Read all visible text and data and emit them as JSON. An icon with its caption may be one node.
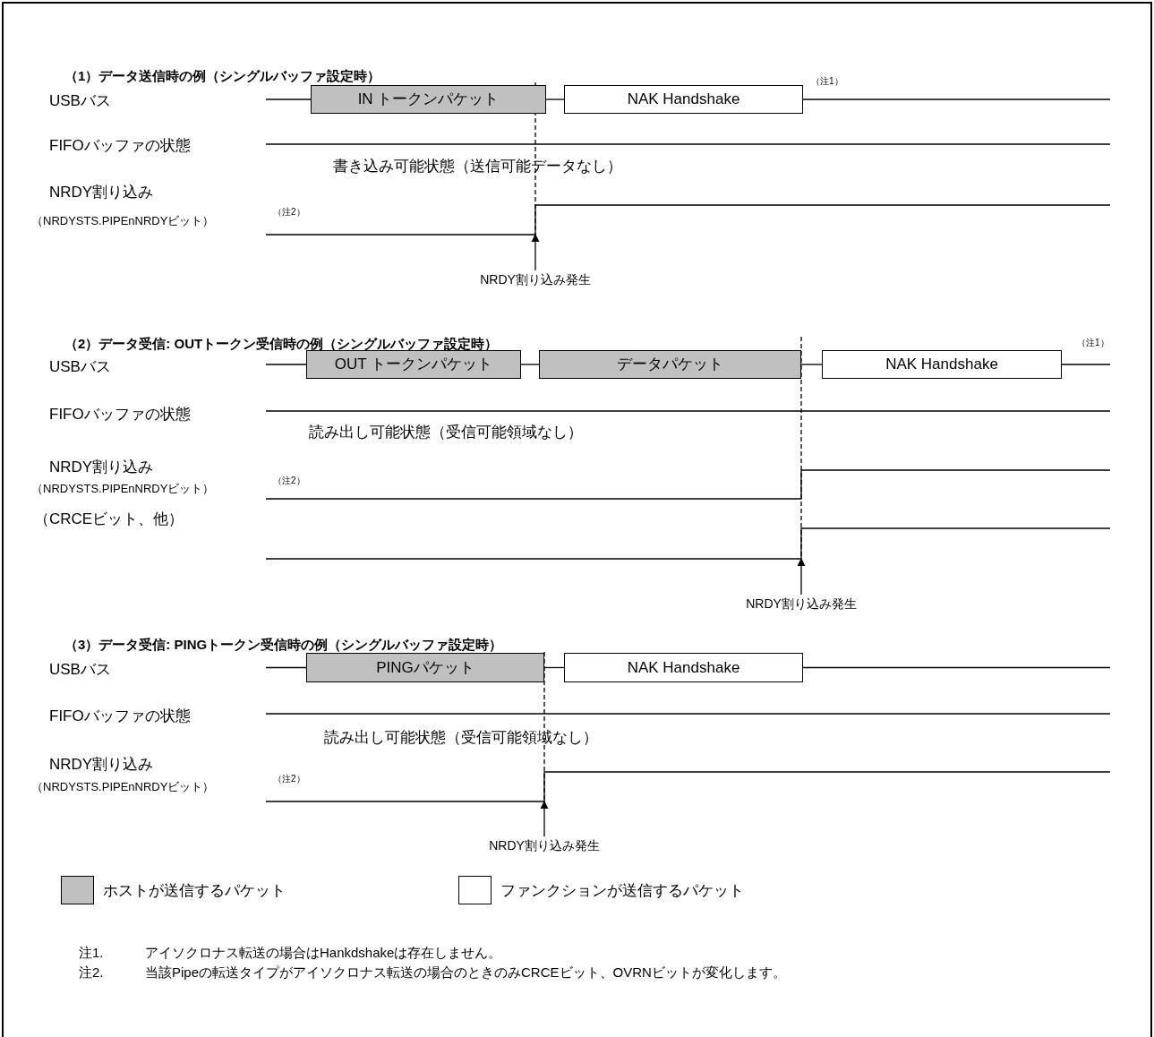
{
  "diagram": {
    "nodes": [
      {
        "text": [
          "IN トークンパケット"
        ]
      },
      {
        "text": [
          "NAK Handshake"
        ]
      },
      {
        "text": [
          "NRDY割り込み発生"
        ]
      },
      {
        "text": [
          "OUT トークンパケット"
        ]
      },
      {
        "text": [
          "データパケット"
        ]
      },
      {
        "text": [
          "NAK Handshake"
        ]
      },
      {
        "text": [
          "NRDY割り込み発生"
        ]
      },
      {
        "text": [
          "PINGパケット"
        ]
      },
      {
        "text": [
          "NAK Handshake"
        ]
      },
      {
        "text": [
          "NRDY割り込み発生"
        ]
      }
    ],
    "edges": [
      {
        "from": null,
        "to": 0,
        "arrow": "none"
      },
      {
        "from": 0,
        "to": 1,
        "arrow": "none"
      },
      {
        "from": 1,
        "to": null,
        "arrow": "none"
      },
      {
        "from": 2,
        "to": null,
        "arrow": "to"
      },
      {
        "from": null,
        "to": 3,
        "arrow": "none"
      },
      {
        "from": 3,
        "to": 4,
        "arrow": "none"
      },
      {
        "from": 4,
        "to": 5,
        "arrow": "none"
      },
      {
        "from": 5,
        "to": null,
        "arrow": "none"
      },
      {
        "from": 6,
        "to": null,
        "arrow": "to"
      },
      {
        "from": null,
        "to": 7,
        "arrow": "none"
      },
      {
        "from": 7,
        "to": 8,
        "arrow": "none"
      },
      {
        "from": 8,
        "to": null,
        "arrow": "none"
      },
      {
        "from": 9,
        "to": null,
        "arrow": "to"
      }
    ],
    "labels": [
      "（1）データ送信時の例（シングルバッファ設定時）",
      "USBバス",
      "（注1）",
      "FIFOバッファの状態",
      "書き込み可能状態（送信可能データなし）",
      "NRDY割り込み",
      "（NRDYSTS.PIPEnNRDYビット）",
      "（注2）",
      "（2）データ受信: OUTトークン受信時の例（シングルバッファ設定時）",
      "USBバス",
      "（注1）",
      "FIFOバッファの状態",
      "読み出し可能状態（受信可能領域なし）",
      "NRDY割り込み",
      "（NRDYSTS.PIPEnNRDYビット）",
      "（注2）",
      "（CRCEビット、他）",
      "（3）データ受信: PINGトークン受信時の例（シングルバッファ設定時）",
      "USBバス",
      "FIFOバッファの状態",
      "読み出し可能状態（受信可能領域なし）",
      "NRDY割り込み",
      "（NRDYSTS.PIPEnNRDYビット）",
      "（注2）",
      "注1.",
      "アイソクロナス転送の場合はHankdshakeは存在しません。",
      "注2.",
      "当該Pipeの転送タイプがアイソクロナス転送の場合のときのみCRCEビット、OVRNビットが変化します。"
    ],
    "legend": [
      {
        "text": "ホストが送信するパケット",
        "color": "#c0c0c0"
      },
      {
        "text": "ファンクションが送信するパケット",
        "color": "#ffffff"
      }
    ]
  }
}
